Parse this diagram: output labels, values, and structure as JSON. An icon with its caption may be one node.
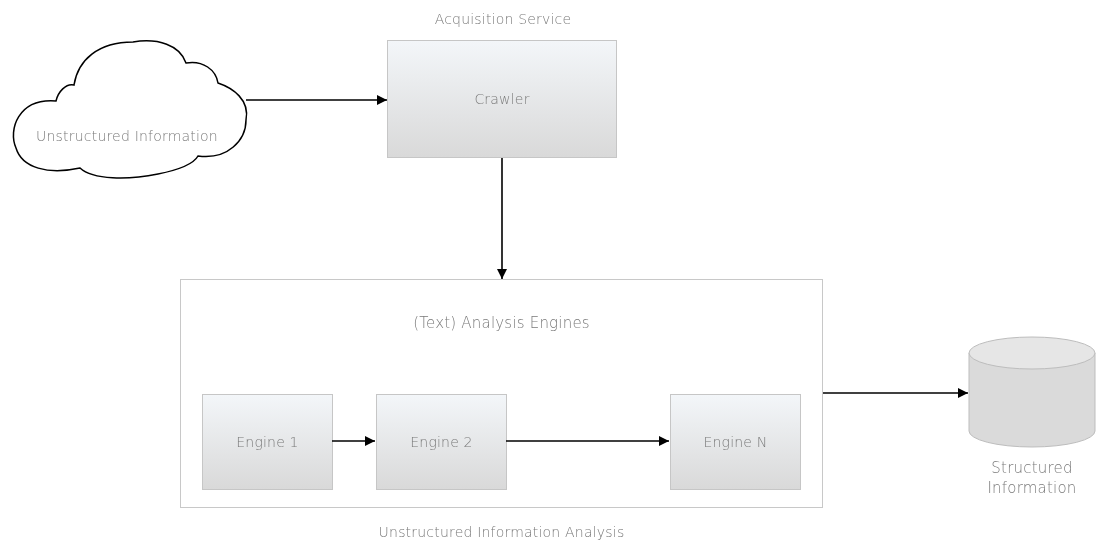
{
  "diagram": {
    "nodes": [
      {
        "text": [
          "Unstructured Information"
        ]
      },
      {
        "text": [
          "Acquisition Service",
          "Crawler"
        ]
      },
      {
        "text": [
          "(Text) Analysis Engines",
          "Unstructured Information Analysis"
        ]
      },
      {
        "text": [
          "Engine 1"
        ],
        "in": 2
      },
      {
        "text": [
          "Engine 2"
        ],
        "in": 2
      },
      {
        "text": [
          "Engine N"
        ],
        "in": 2
      },
      {
        "text": [],
        "shape": "cylinder",
        "beside": [
          "Structured Information"
        ]
      }
    ],
    "edges": [
      {
        "from": 0,
        "to": 1,
        "arrow": "to"
      },
      {
        "from": 1,
        "to": 2,
        "arrow": "to"
      },
      {
        "from": 3,
        "to": 4,
        "arrow": "to"
      },
      {
        "from": 4,
        "to": 5,
        "arrow": "to"
      },
      {
        "from": 2,
        "to": 6,
        "arrow": "to"
      }
    ]
  }
}
